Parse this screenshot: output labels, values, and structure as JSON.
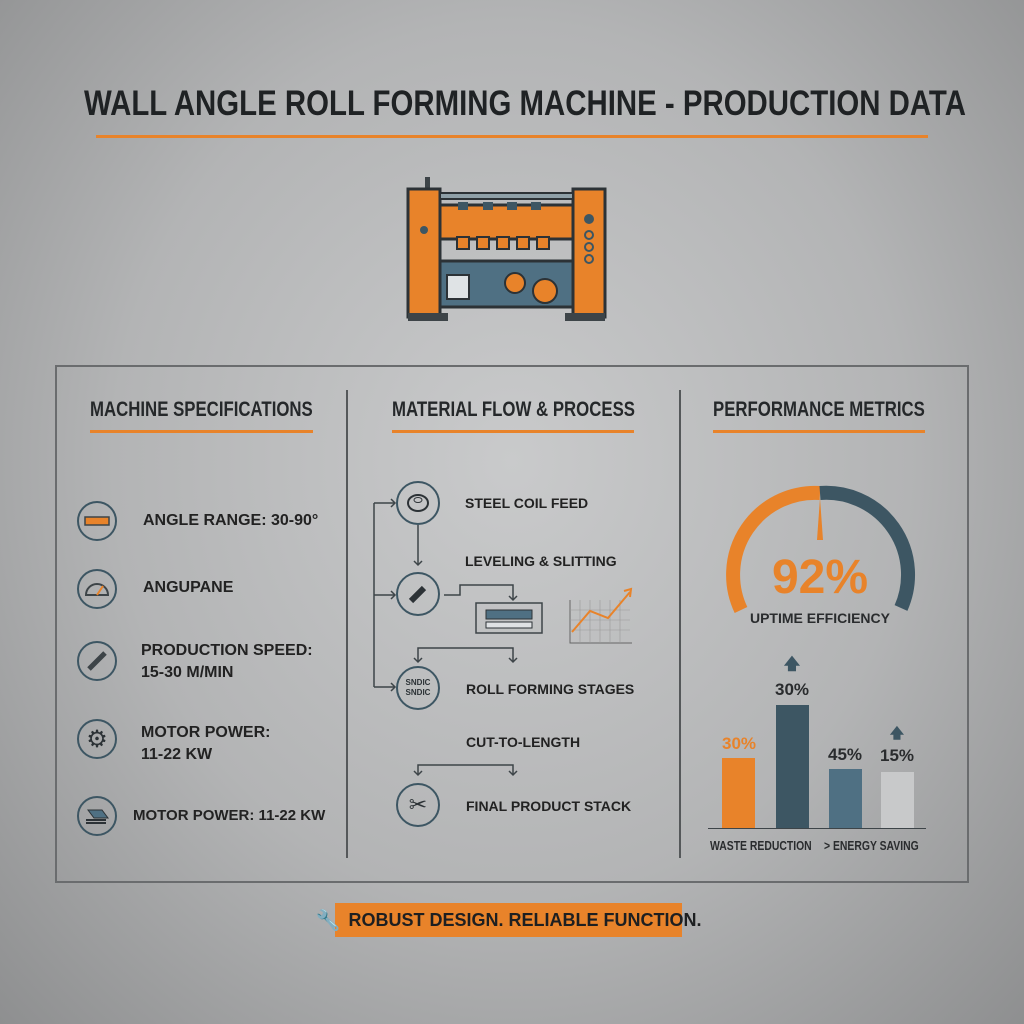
{
  "title": "WALL ANGLE ROLL FORMING MACHINE - PRODUCTION DATA",
  "colors": {
    "accent": "#e8832a",
    "dark": "#3d5663",
    "steel": "#4f7083",
    "light": "#c8c9ca"
  },
  "machine_icon": "roll-forming-machine-illustration",
  "specs": {
    "heading": "MACHINE SPECIFICATIONS",
    "items": [
      {
        "icon": "ruler-icon",
        "line1": "ANGLE RANGE: 30-90°",
        "line2": ""
      },
      {
        "icon": "gauge-icon",
        "line1": "ANGUPANE",
        "line2": ""
      },
      {
        "icon": "level-icon",
        "line1": "PRODUCTION SPEED:",
        "line2": "15-30 M/MIN"
      },
      {
        "icon": "gear-icon",
        "line1": "MOTOR POWER:",
        "line2": "11-22 KW"
      },
      {
        "icon": "sheet-stack-icon",
        "line1": "MOTOR POWER: 11-22 KW",
        "line2": ""
      }
    ]
  },
  "flow": {
    "heading": "MATERIAL FLOW & PROCESS",
    "steps": [
      "STEEL COIL FEED",
      "LEVELING & SLITTING",
      "ROLL FORMING STAGES",
      "CUT-TO-LENGTH",
      "FINAL PRODUCT STACK"
    ],
    "roller_badge": "SNDIC"
  },
  "performance": {
    "heading": "PERFORMANCE METRICS",
    "gauge_value": "92%",
    "gauge_label": "UPTIME EFFICIENCY",
    "bars": [
      {
        "label": "30%",
        "color": "#e8832a",
        "arrow": false
      },
      {
        "label": "30%",
        "color": "#3d5663",
        "arrow": true
      },
      {
        "label": "45%",
        "color": "#4f7083",
        "arrow": false
      },
      {
        "label": "15%",
        "color": "#c8c9ca",
        "arrow": true
      }
    ],
    "axis_left": "WASTE REDUCTION",
    "axis_right": "> ENERGY SAVING"
  },
  "footer": {
    "icon": "wrench-icon",
    "text": "ROBUST DESIGN. RELIABLE FUNCTION."
  }
}
